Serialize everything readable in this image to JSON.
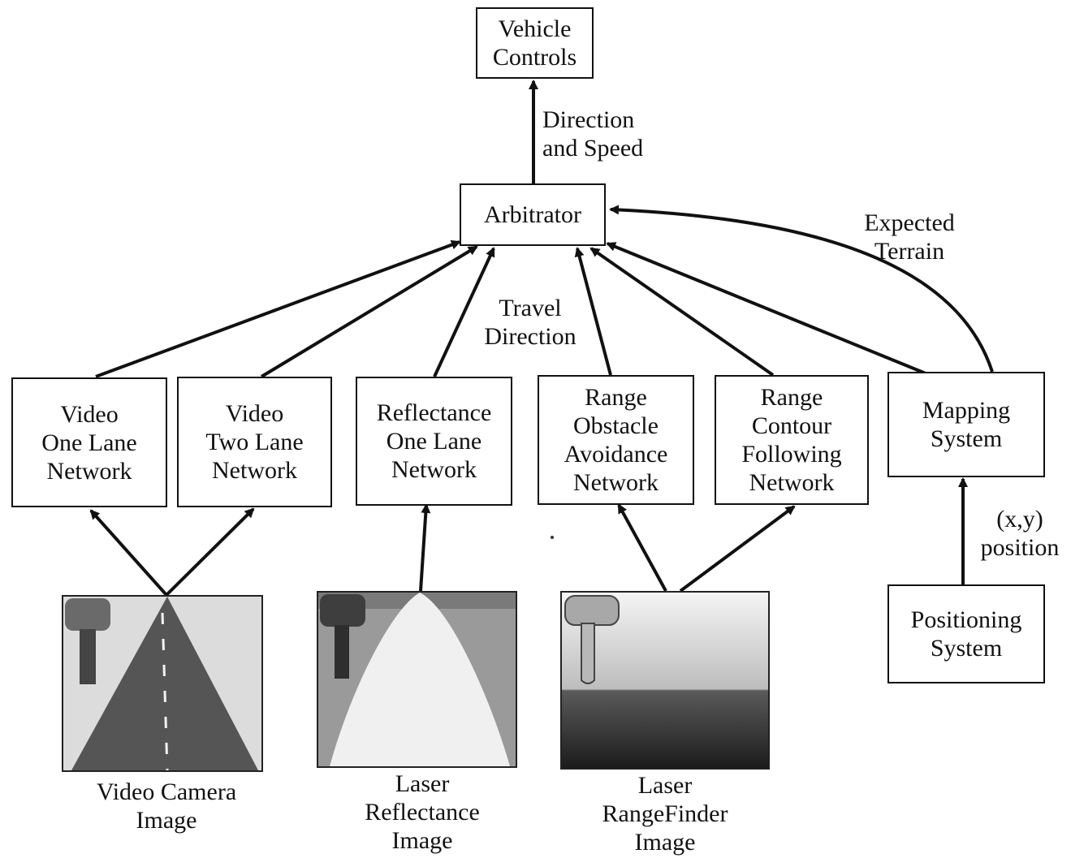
{
  "boxes": {
    "vehicle_controls": "Vehicle\nControls",
    "arbitrator": "Arbitrator",
    "video_one_lane": "Video\nOne Lane\nNetwork",
    "video_two_lane": "Video\nTwo Lane\nNetwork",
    "reflectance_one_lane": "Reflectance\nOne Lane\nNetwork",
    "range_obstacle": "Range\nObstacle\nAvoidance\nNetwork",
    "range_contour": "Range\nContour\nFollowing\nNetwork",
    "mapping_system": "Mapping\nSystem",
    "positioning_system": "Positioning\nSystem"
  },
  "edge_labels": {
    "direction_speed": "Direction\nand Speed",
    "travel_direction": "Travel\nDirection",
    "expected_terrain": "Expected\nTerrain",
    "xy_position": "(x,y)\nposition"
  },
  "images": {
    "video_camera": "Video Camera\nImage",
    "laser_reflectance": "Laser\nReflectance\nImage",
    "laser_rangefinder": "Laser\nRangeFinder\nImage"
  },
  "colors": {
    "ink": "#111111",
    "road_dark": "#555555",
    "tree": "#6a6a6a",
    "light_gray": "#d6d6d6"
  }
}
